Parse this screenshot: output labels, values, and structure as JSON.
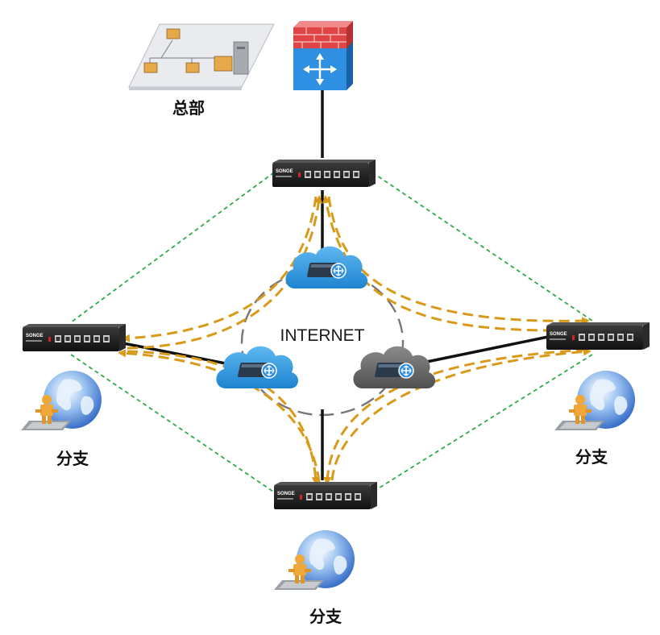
{
  "labels": {
    "hq": "总部",
    "internet": "INTERNET",
    "branch_left": "分支",
    "branch_right": "分支",
    "branch_bottom": "分支"
  },
  "device_brand": "SONGE",
  "colors": {
    "vpn_tunnel": "#D99A1A",
    "mesh_link": "#2EAA4A",
    "uplink": "#111111",
    "cloud_blue": "#2D9BE0",
    "cloud_gray": "#6E6E6E",
    "firewall_red": "#E04545",
    "router_blue": "#2F8FE0",
    "globe_blue": "#3C7FD8"
  },
  "icons": [
    "hq-lan-icon",
    "firewall-icon",
    "vpn-gateway-icon",
    "cloud-router-icon",
    "branch-globe-icon",
    "user-icon"
  ]
}
